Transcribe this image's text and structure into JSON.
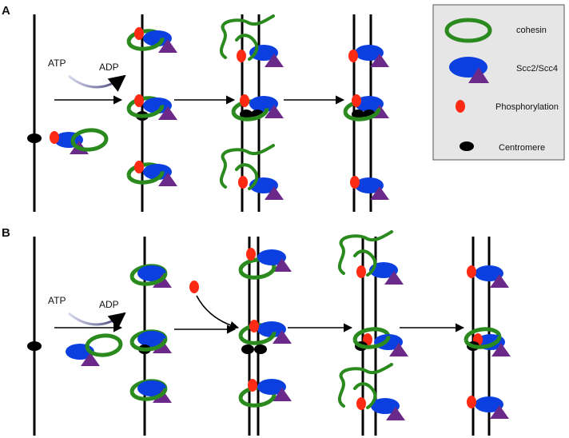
{
  "panels": [
    {
      "label": "A",
      "energy": {
        "input": "ATP",
        "output": "ADP"
      }
    },
    {
      "label": "B",
      "energy": {
        "input": "ATP",
        "output": "ADP"
      }
    }
  ],
  "legend": {
    "items": [
      {
        "label": "cohesin",
        "icon": "cohesin-ring-icon"
      },
      {
        "label": "Scc2/Scc4",
        "icon": "scc2-scc4-complex-icon"
      },
      {
        "label": "Phosphorylation",
        "icon": "phosphate-dot-icon"
      },
      {
        "label": "Centromere",
        "icon": "centromere-icon"
      }
    ]
  },
  "colors": {
    "cohesin": "#2a8a1e",
    "scc2": "#0b3fe0",
    "scc4": "#6b2a8a",
    "phosphate": "#ff2a14",
    "centromere": "#000000",
    "legend_bg": "#e6e6e6",
    "chromosome": "#000000"
  }
}
